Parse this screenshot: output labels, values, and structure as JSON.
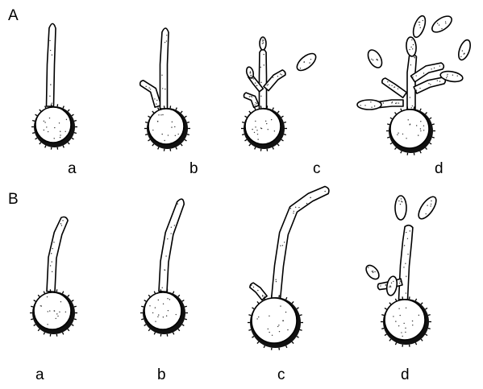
{
  "rows": [
    {
      "label": "A",
      "panels": [
        "a",
        "b",
        "c",
        "d"
      ]
    },
    {
      "label": "B",
      "panels": [
        "a",
        "b",
        "c",
        "d"
      ]
    }
  ]
}
